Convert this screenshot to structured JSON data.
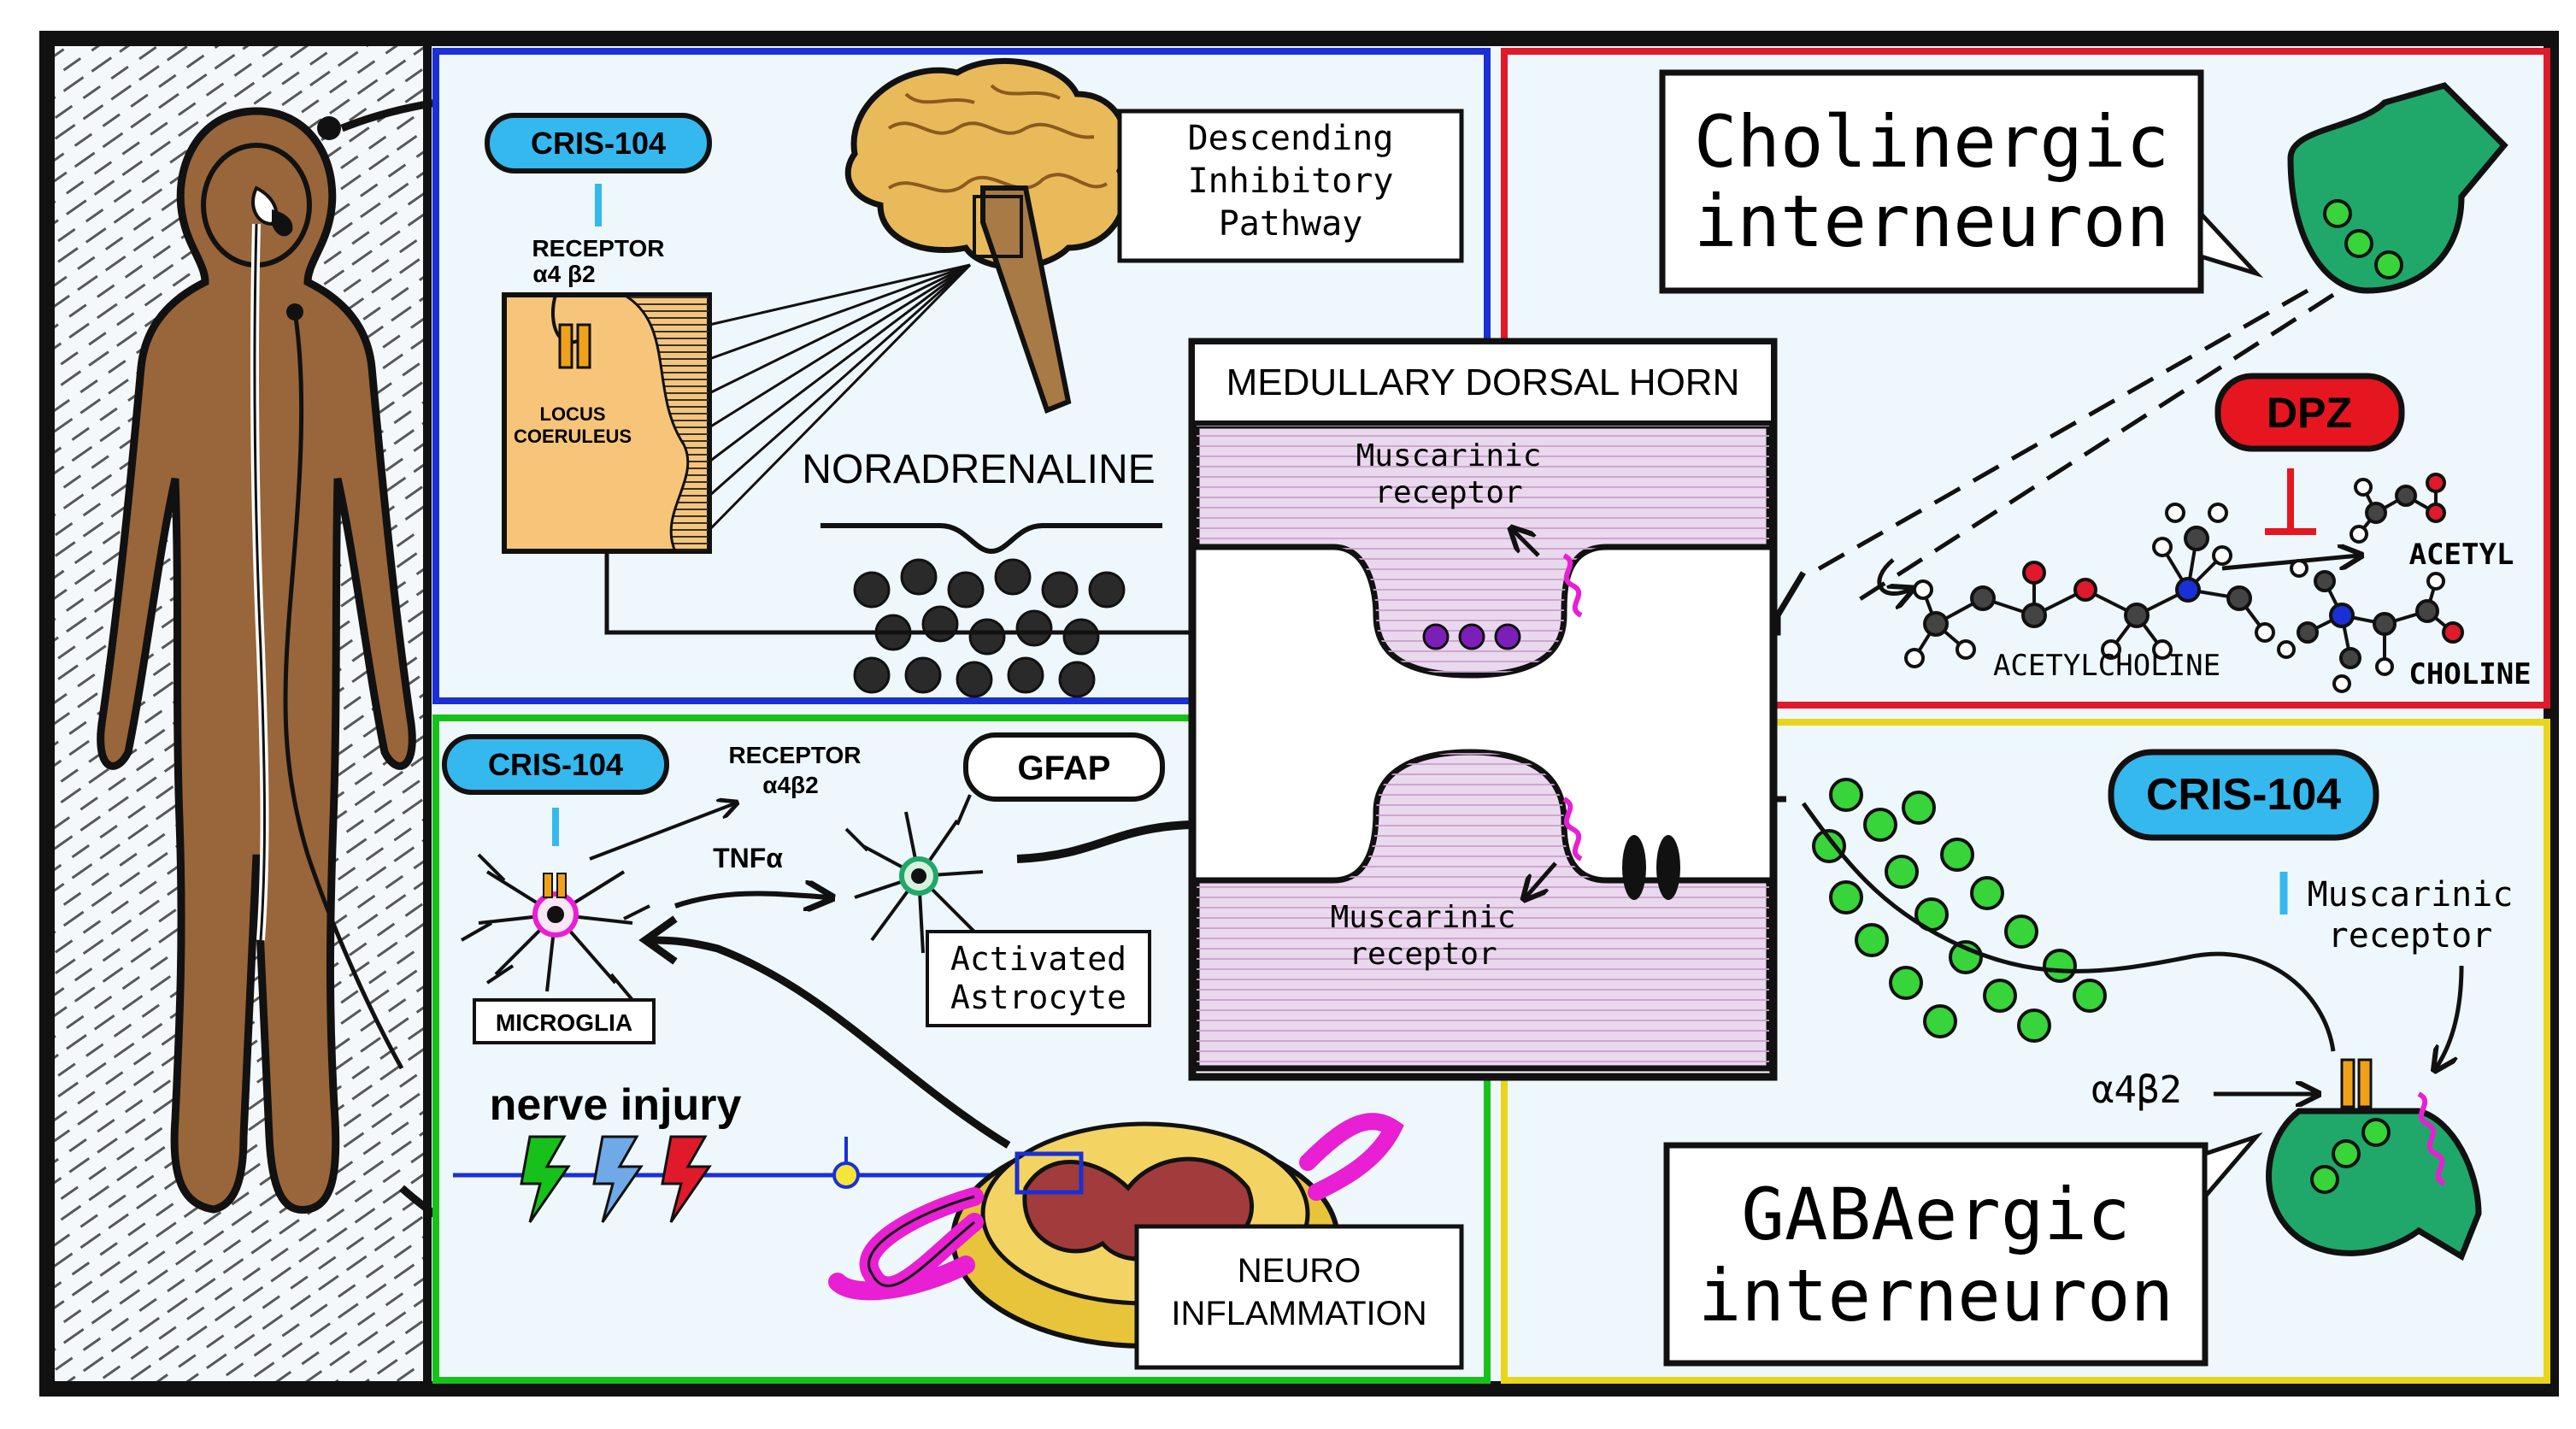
{
  "panels": {
    "descending": {
      "cris_label": "CRIS-104",
      "receptor_line1": "RECEPTOR",
      "receptor_line2": "α4 β2",
      "locus_line1": "LOCUS",
      "locus_line2": "COERULEUS",
      "pathway_title": [
        "Descending",
        "Inhibitory",
        "Pathway"
      ],
      "noradrenaline": "NORADRENALINE"
    },
    "neuroinflammation": {
      "cris_label": "CRIS-104",
      "receptor_line1": "RECEPTOR",
      "receptor_line2": "α4β2",
      "tnf": "TNFα",
      "gfap": "GFAP",
      "microglia": "MICROGLIA",
      "astrocyte_line1": "Activated",
      "astrocyte_line2": "Astrocyte",
      "nerve_injury": "nerve injury",
      "neuro_line1": "NEURO",
      "neuro_line2": "INFLAMMATION"
    },
    "horn": {
      "title": "MEDULLARY DORSAL HORN",
      "upper_receptor_line1": "Muscarinic",
      "upper_receptor_line2": "receptor",
      "lower_receptor_line1": "Muscarinic",
      "lower_receptor_line2": "receptor"
    },
    "cholinergic": {
      "title_line1": "Cholinergic",
      "title_line2": "interneuron",
      "dpz": "DPZ",
      "acetyl": "ACETYL",
      "choline": "CHOLINE",
      "acetylcholine": "ACETYLCHOLINE"
    },
    "gabaergic": {
      "title_line1": "GABAergic",
      "title_line2": "interneuron",
      "cris_label": "CRIS-104",
      "receptor_line1": "Muscarinic",
      "receptor_line2": "receptor",
      "alpha": "α4β2"
    }
  },
  "colors": {
    "blue_frame": "#1a2fd6",
    "green_frame": "#16c21a",
    "red_frame": "#e0192b",
    "yellow_frame": "#e8d61a",
    "cris_fill": "#35b8ee",
    "dpz_fill": "#e5161f",
    "body_fill": "#98663a",
    "horn_fill": "#ead8ee",
    "panel_bg": "#eef7fb",
    "interneuron_fill": "#1fa86a",
    "green_dot": "#37d43a",
    "receptor_orange": "#f0a11a",
    "magenta": "#e81fd3"
  }
}
